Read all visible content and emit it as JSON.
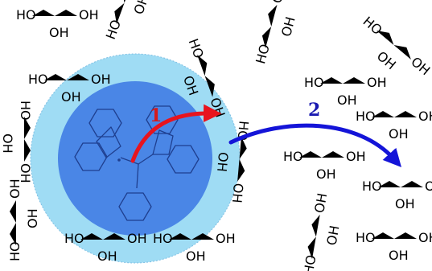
{
  "labels": {
    "step1": "1",
    "step2": "2",
    "hydroxyl": "HO",
    "hydroxyl_alt": "OH"
  },
  "colors": {
    "outer_shell": "#9fdcf4",
    "inner_core": "#4a86e6",
    "molecule": "#1f3f8f",
    "arrow1": "#e8141e",
    "arrow2": "#1414d8",
    "label1": "#d61a1a",
    "label2": "#1a1ab0",
    "glycerol_solvation": "#111111",
    "glycerol_bulk": "#a0a0a0"
  }
}
